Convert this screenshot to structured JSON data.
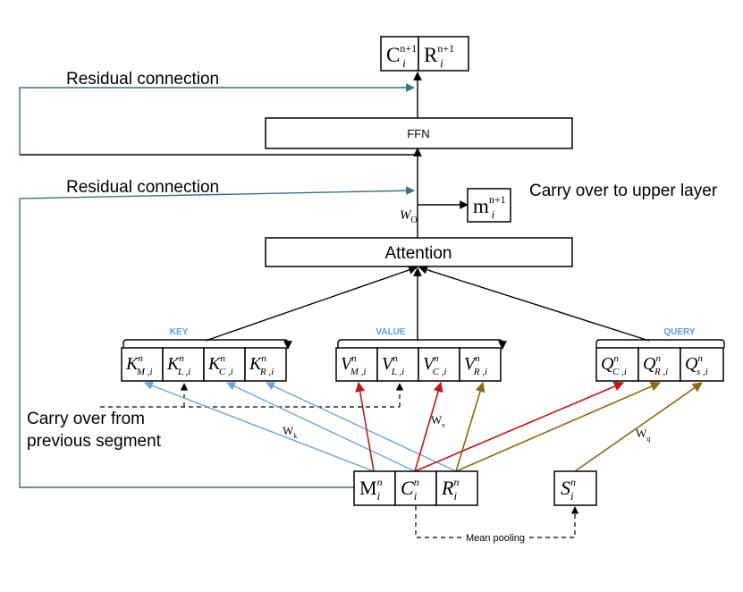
{
  "labels": {
    "residual_top": "Residual connection",
    "residual_bottom": "Residual connection",
    "ffn": "FFN",
    "attention": "Attention",
    "carry_up": "Carry over to upper layer",
    "carry_prev_line1": "Carry over from",
    "carry_prev_line2": "previous segment",
    "mean_pooling": "Mean pooling",
    "key": "KEY",
    "value": "VALUE",
    "query": "QUERY"
  },
  "math": {
    "out_c": {
      "base": "C",
      "sub": "i",
      "sup": "n+1"
    },
    "out_r": {
      "base": "R",
      "sub": "i",
      "sup": "n+1"
    },
    "mem_out": {
      "base": "m",
      "sub": "i",
      "sup": "n+1"
    },
    "wo": {
      "base": "W",
      "sub": "O"
    },
    "wk": {
      "base": "W",
      "sub": "k"
    },
    "wv": {
      "base": "W",
      "sub": "v"
    },
    "wq": {
      "base": "W",
      "sub": "q"
    },
    "k_m": {
      "base": "K",
      "sub": "M ,i",
      "sup": "n"
    },
    "k_l": {
      "base": "K",
      "sub": "L ,i",
      "sup": "n"
    },
    "k_c": {
      "base": "K",
      "sub": "C ,i",
      "sup": "n"
    },
    "k_r": {
      "base": "K",
      "sub": "R ,i",
      "sup": "n"
    },
    "v_m": {
      "base": "V",
      "sub": "M ,i",
      "sup": "n"
    },
    "v_l": {
      "base": "V",
      "sub": "L ,i",
      "sup": "n"
    },
    "v_c": {
      "base": "V",
      "sub": "C ,i",
      "sup": "n"
    },
    "v_r": {
      "base": "V",
      "sub": "R ,i",
      "sup": "n"
    },
    "q_c": {
      "base": "Q",
      "sub": "C ,i",
      "sup": "n"
    },
    "q_r": {
      "base": "Q",
      "sub": "R ,i",
      "sup": "n"
    },
    "q_s": {
      "base": "Q",
      "sub": "s ,i",
      "sup": "n"
    },
    "in_m": {
      "base": "M",
      "sub": "i",
      "sup": "n"
    },
    "in_c": {
      "base": "C",
      "sub": "i",
      "sup": "n"
    },
    "in_r": {
      "base": "R",
      "sub": "i",
      "sup": "n"
    },
    "in_s": {
      "base": "S",
      "sub": "i",
      "sup": "n"
    }
  },
  "colors": {
    "residual_line": "#3f6d82",
    "key_arrows": "#6ea3d6",
    "value_arrows": "#c0171c",
    "query_arrows": "#8a6a12",
    "group_label": "#5b9bd5"
  }
}
